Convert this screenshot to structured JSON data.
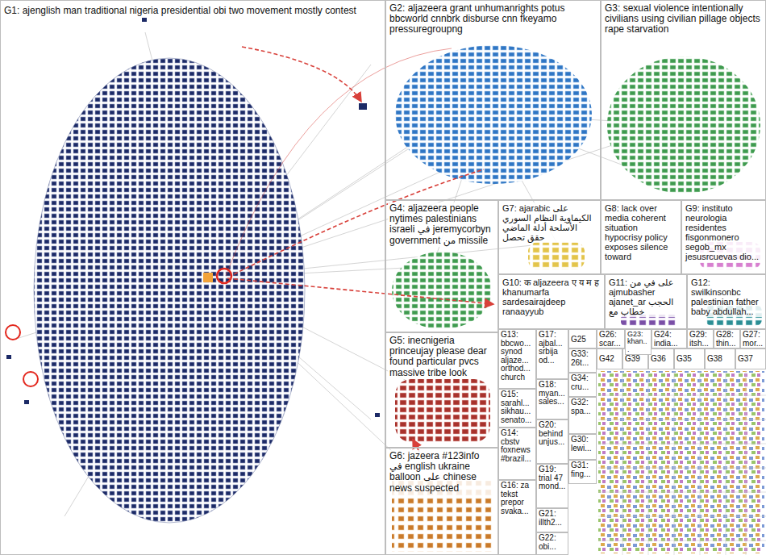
{
  "diagram": {
    "nodes": [
      {
        "text": [
          "G1: ajenglish man traditional nigeria presidential obi two movement mostly contest"
        ]
      },
      {
        "text": [
          "G2: aljazeera grant unhumanrights potus bbcworld cnnbrk disburse cnn fkeyamo pressuregroupng"
        ]
      },
      {
        "text": [
          "G3: sexual violence intentionally civilians using civilian pillage objects rape starvation"
        ]
      },
      {
        "text": [
          "G4: aljazeera people nytimes palestinians israeli في jeremycorbyn government من missile"
        ]
      },
      {
        "text": [
          "G7: ajarabic على الكيماوية النظام السوري الأسلحة أدلة الماضي حقق تحصل"
        ]
      },
      {
        "text": [
          "G8: lack over media coherent situation hypocrisy policy exposes silence toward"
        ]
      },
      {
        "text": [
          "G9: instituto neurologia residentes fisgonmonero segob_mx jesusrcuevas dio..."
        ]
      },
      {
        "text": [
          "G10: क aljazeera ए य म ह khanumarfa sardesairajdeep ranaayyub"
        ]
      },
      {
        "text": [
          "G11: على في من ajmubasher ajanet_ar الحجب خطاب مع"
        ]
      },
      {
        "text": [
          "G12: swilkinsonbc palestinian father baby abdullah..."
        ]
      },
      {
        "text": [
          "G5: inecnigeria princeujay please dear found particular pvcs massive tribe look"
        ]
      },
      {
        "text": [
          "G6: jazeera #123info في english ukraine balloon على chinese news suspected"
        ]
      },
      {
        "text": [
          "G13: bbcwo... synod aljaze... orthod... church"
        ]
      },
      {
        "text": [
          "G17: ajbal... srbija od..."
        ]
      },
      {
        "text": [
          "G25"
        ]
      },
      {
        "text": [
          "G26: scar..."
        ]
      },
      {
        "text": [
          "G23: khan..."
        ]
      },
      {
        "text": [
          "G24: india..."
        ]
      },
      {
        "text": [
          "G29: itsh..."
        ]
      },
      {
        "text": [
          "G28: thin..."
        ]
      },
      {
        "text": [
          "G27: mor..."
        ]
      },
      {
        "text": [
          "G42"
        ]
      },
      {
        "text": [
          "G39"
        ]
      },
      {
        "text": [
          "G36"
        ]
      },
      {
        "text": [
          "G35"
        ]
      },
      {
        "text": [
          "G38"
        ]
      },
      {
        "text": [
          "G37"
        ]
      },
      {
        "text": [
          "G33: 26t..."
        ]
      },
      {
        "text": [
          "G18: myan... sales..."
        ]
      },
      {
        "text": [
          "G34: cru..."
        ]
      },
      {
        "text": [
          "G15: sarahl... sikhau... senato..."
        ]
      },
      {
        "text": [
          "G20: behind unjus..."
        ]
      },
      {
        "text": [
          "G32: spa..."
        ]
      },
      {
        "text": [
          "G30: lewi..."
        ]
      },
      {
        "text": [
          "G14: cbstv foxnews #brazil..."
        ]
      },
      {
        "text": [
          "G19: trial 47 mond..."
        ]
      },
      {
        "text": [
          "G31: fing..."
        ]
      },
      {
        "text": [
          "G21: illth2..."
        ]
      },
      {
        "text": [
          "G16: za tekst prepor svaka..."
        ]
      },
      {
        "text": [
          "G22: obi..."
        ]
      }
    ]
  }
}
